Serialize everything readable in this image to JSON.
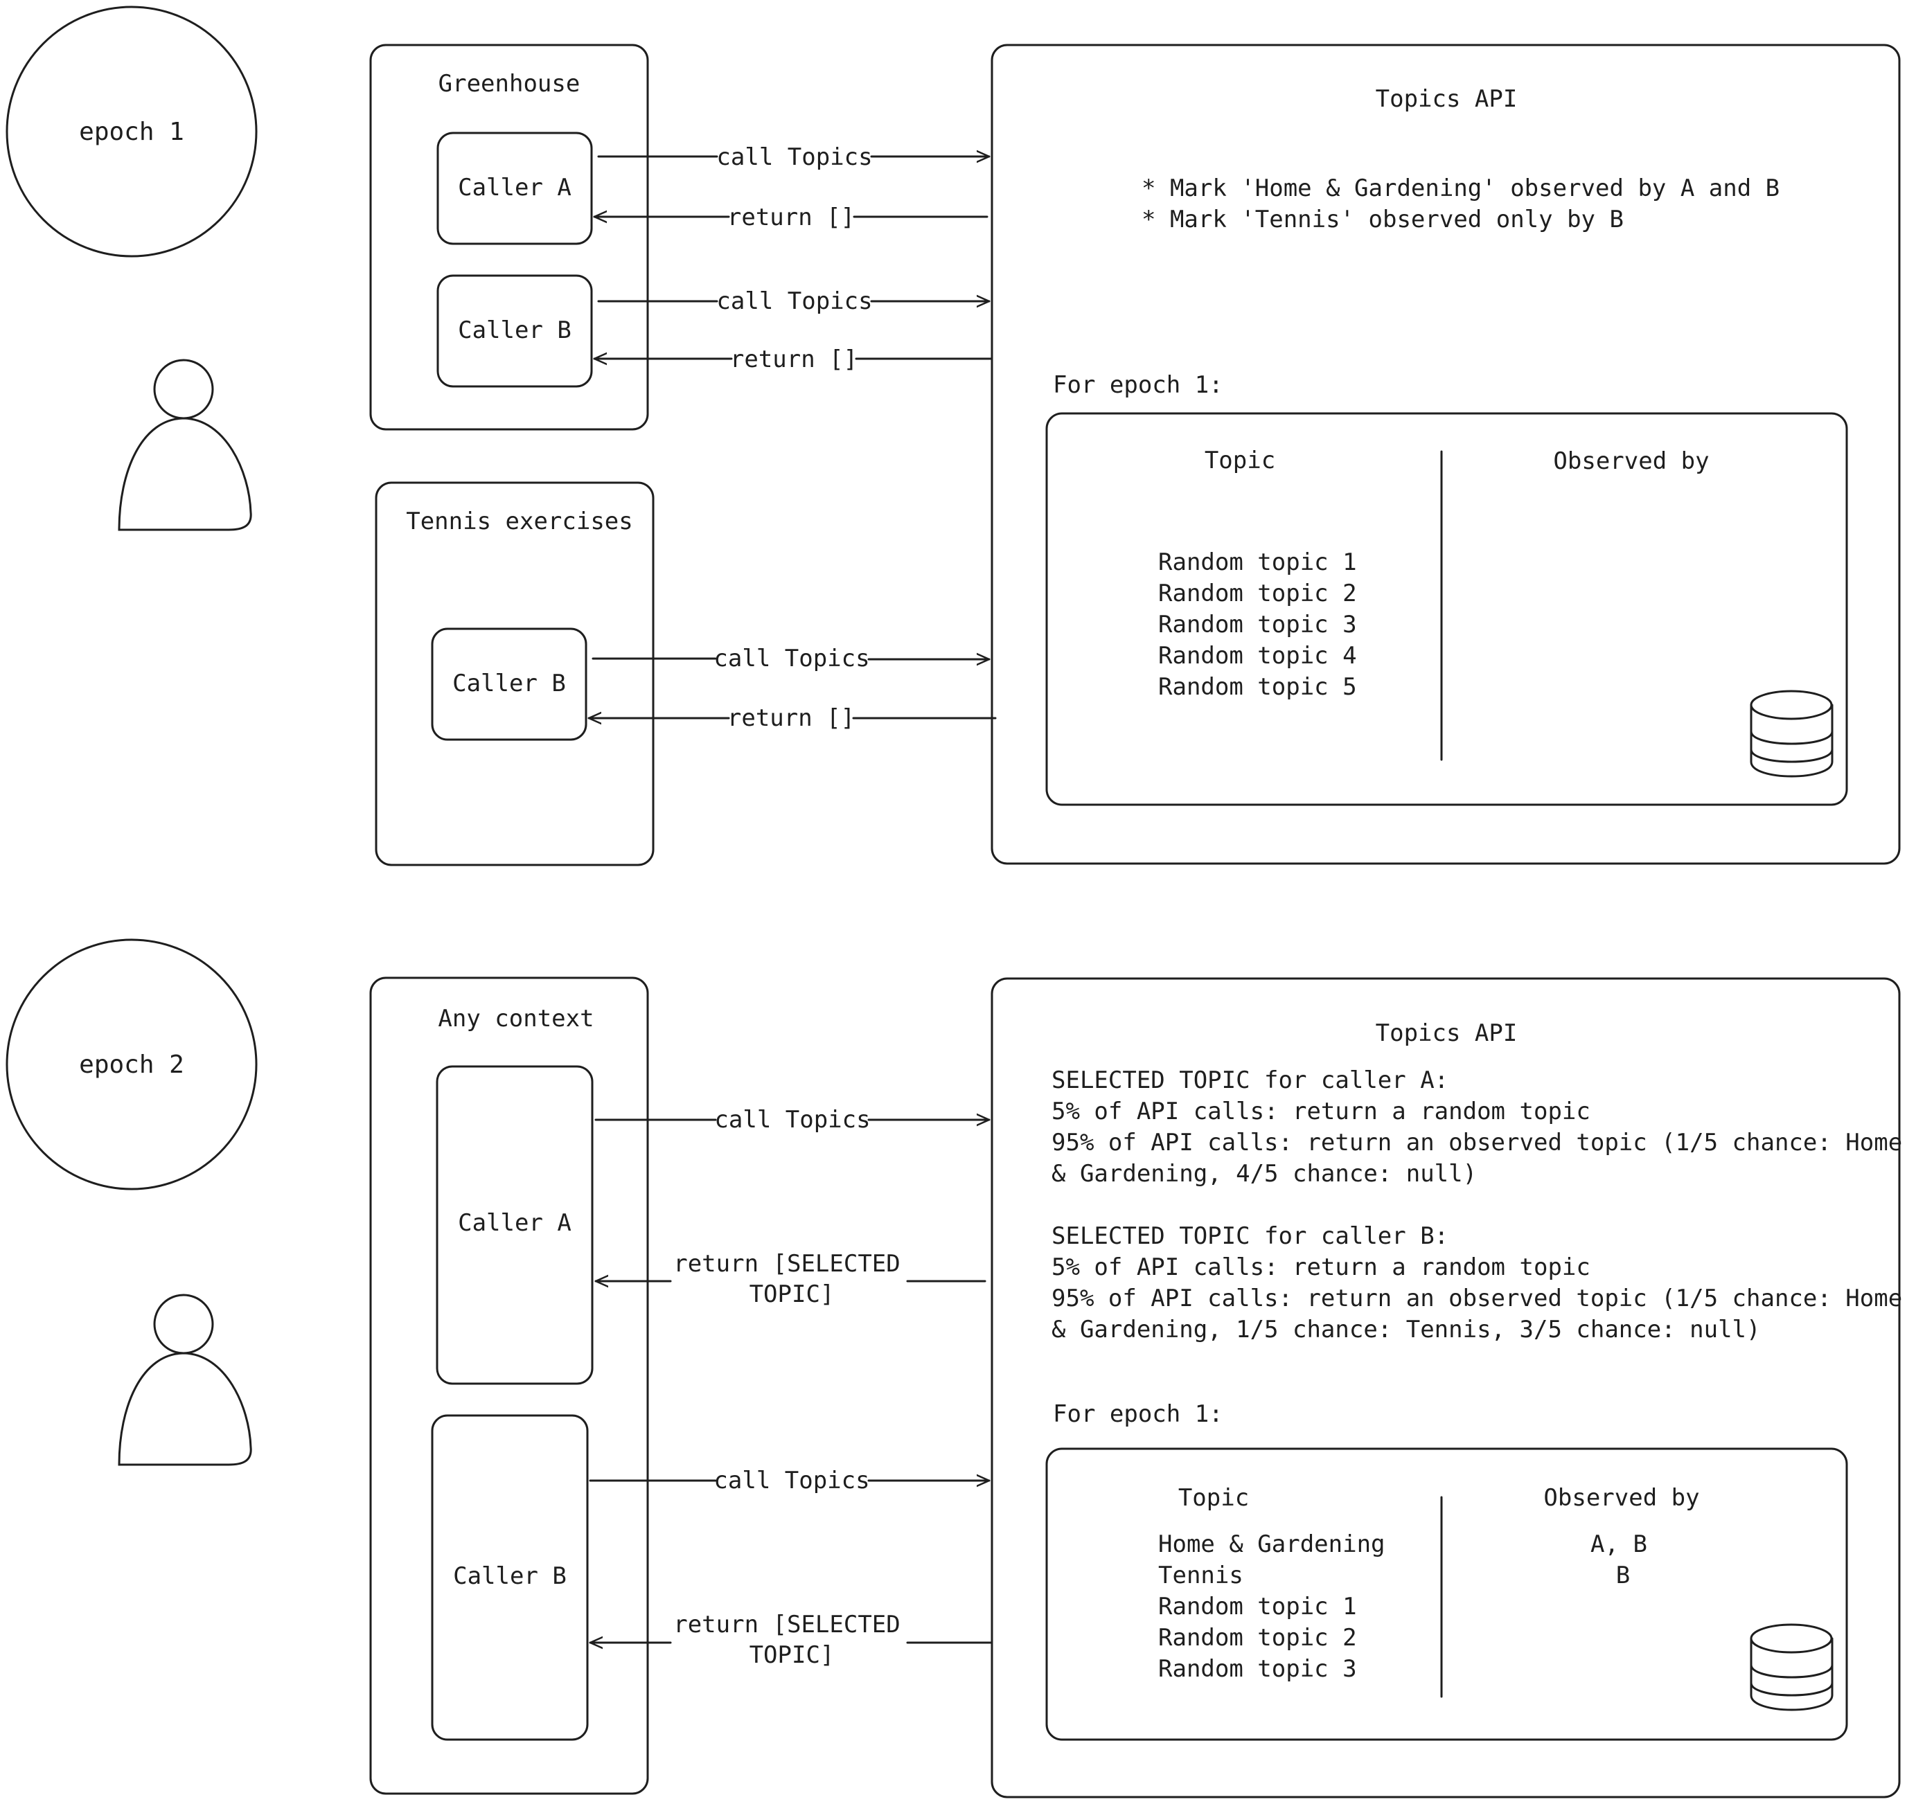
{
  "epochs": [
    {
      "label": "epoch 1",
      "contexts": [
        {
          "title": "Greenhouse",
          "callers": [
            "Caller A",
            "Caller B"
          ]
        },
        {
          "title": "Tennis exercises",
          "callers": [
            "Caller B"
          ]
        }
      ],
      "arrows": {
        "call": "call Topics",
        "return": "return []"
      },
      "api": {
        "title": "Topics API",
        "notes": [
          "* Mark 'Home & Gardening' observed by A and B",
          "* Mark 'Tennis' observed only by B"
        ],
        "table_caption": "For epoch 1:",
        "table": {
          "headers": [
            "Topic",
            "Observed by"
          ],
          "topics": [
            "Random topic 1",
            "Random topic 2",
            "Random topic 3",
            "Random topic 4",
            "Random topic 5"
          ],
          "observed_by": []
        }
      }
    },
    {
      "label": "epoch 2",
      "contexts": [
        {
          "title": "Any context",
          "callers": [
            "Caller A",
            "Caller B"
          ]
        }
      ],
      "arrows": {
        "call": "call Topics",
        "return_lines": [
          "return [SELECTED",
          "TOPIC]"
        ]
      },
      "api": {
        "title": "Topics API",
        "description": [
          "SELECTED TOPIC for caller A:",
          "5% of API calls: return a random topic",
          "95% of API calls: return an observed topic (1/5 chance: Home",
          "& Gardening, 4/5 chance: null)",
          "",
          "SELECTED TOPIC for caller B:",
          "5% of API calls: return a random topic",
          "95% of API calls: return an observed topic (1/5 chance: Home",
          "& Gardening, 1/5 chance: Tennis,  3/5 chance: null)"
        ],
        "table_caption": "For epoch 1:",
        "table": {
          "headers": [
            "Topic",
            "Observed by"
          ],
          "topics": [
            "Home & Gardening",
            "Tennis",
            "Random topic 1",
            "Random topic 2",
            "Random topic 3"
          ],
          "observed_by": [
            "A, B",
            "B"
          ]
        }
      }
    }
  ],
  "colors": {
    "context_fill": "#e9f7ea",
    "context_hatch": "#b2e2b5",
    "api_fill": "#f3f4f6",
    "api_hatch": "#dde0e4",
    "stroke": "#1e1e1e"
  },
  "icons": [
    "epoch-circle",
    "person-icon",
    "database-icon",
    "arrow-right",
    "arrow-left"
  ]
}
